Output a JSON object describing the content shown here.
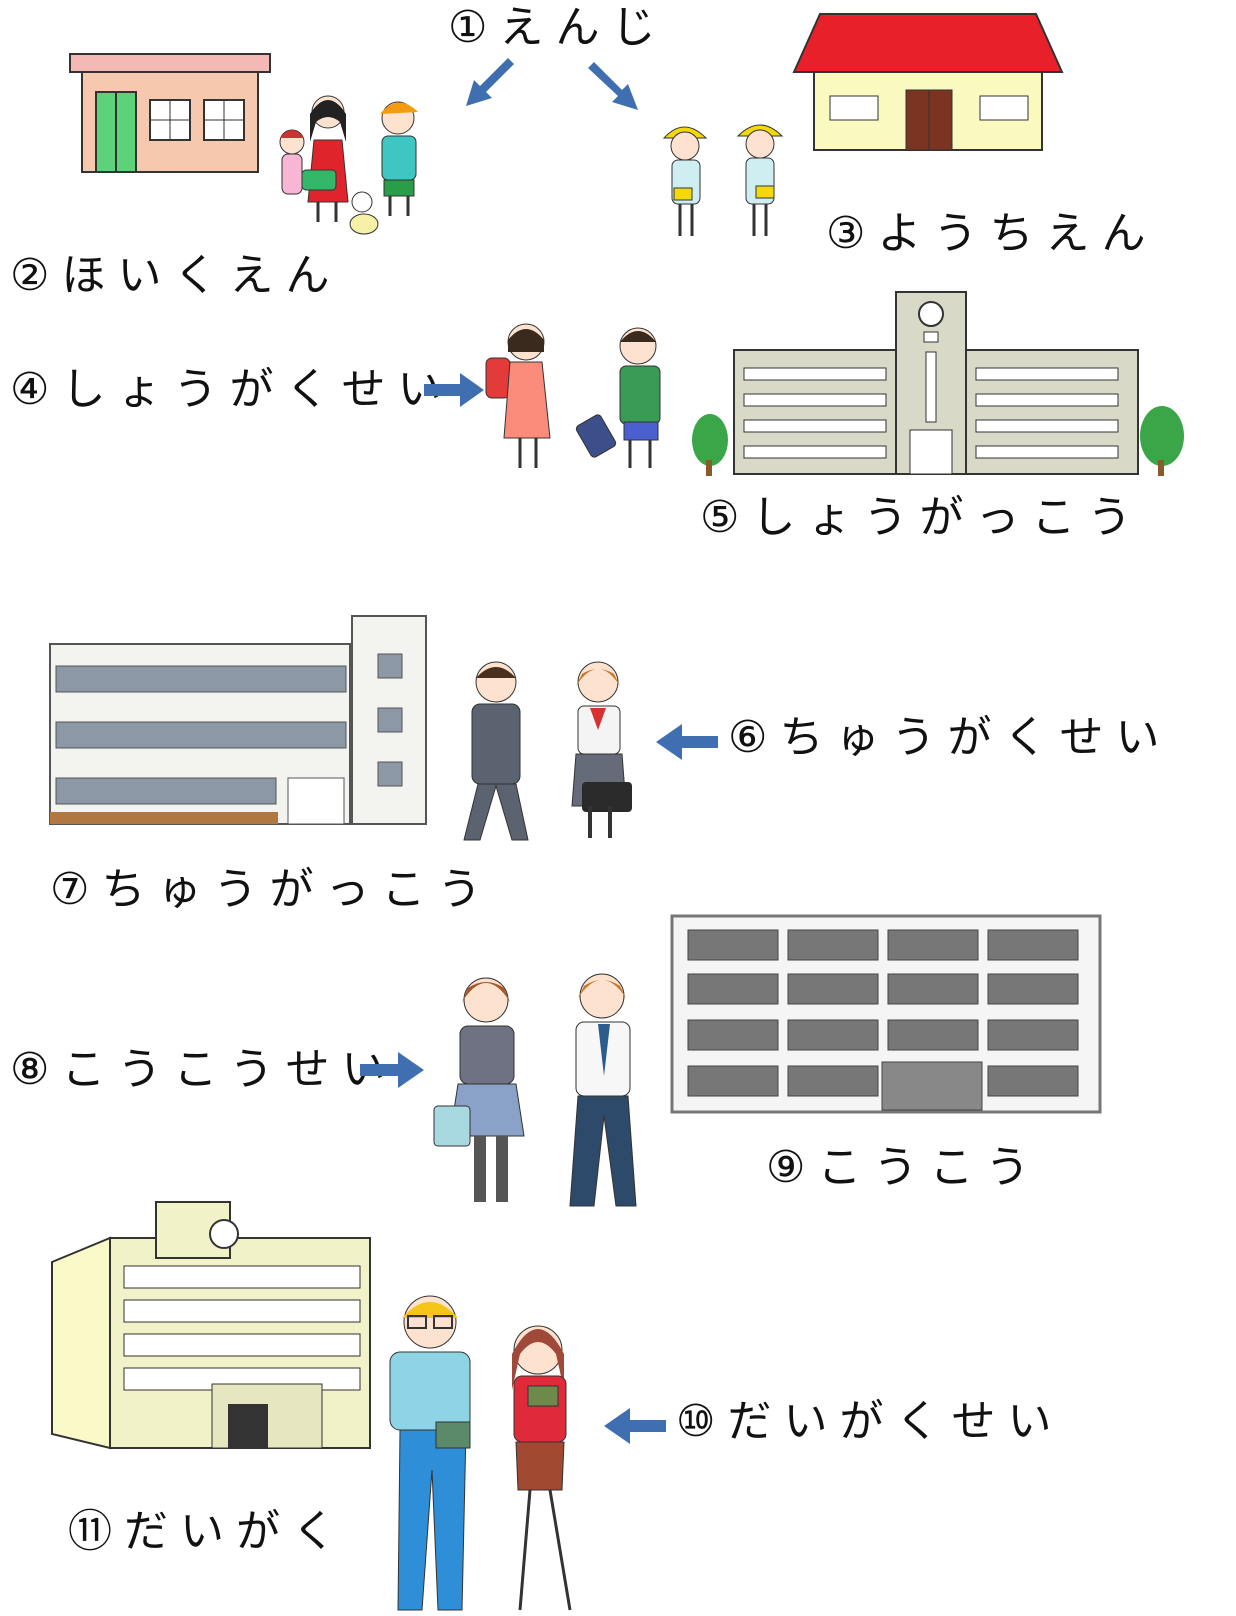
{
  "labels": {
    "enji": "①えんじ",
    "hoikuen": "②ほいくえん",
    "youchien": "③ようちえん",
    "shougakusei": "④しょうがくせい",
    "shougakkou": "⑤しょうがっこう",
    "chuugakusei": "⑥ちゅうがくせい",
    "chuugakkou": "⑦ちゅうがっこう",
    "koukousei": "⑧こうこうせい",
    "koukou": "⑨こうこう",
    "daigakusei": "⑩だいがくせい",
    "daigaku": "⑪だいがく"
  },
  "colors": {
    "arrow": "#3f6fb0",
    "hoikuen_wall": "#f6c8ad",
    "hoikuen_door": "#5cd37a",
    "youchien_roof": "#e8202a",
    "youchien_wall": "#fafac0",
    "school_wall": "#d9d9c8"
  }
}
